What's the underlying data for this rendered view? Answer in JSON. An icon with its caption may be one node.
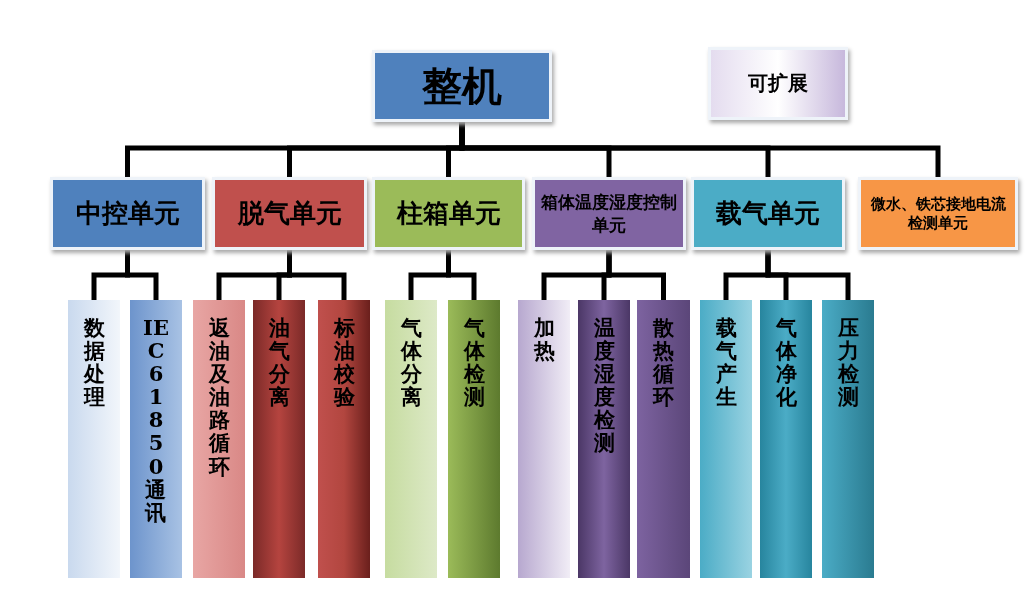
{
  "diagram": {
    "nodes": [
      {
        "text": [
          "整机"
        ]
      },
      {
        "text": [
          "可扩展"
        ]
      },
      {
        "text": [
          "中控单元"
        ]
      },
      {
        "text": [
          "脱气单元"
        ]
      },
      {
        "text": [
          "柱箱单元"
        ]
      },
      {
        "text": [
          "箱体温度湿度控制单元"
        ]
      },
      {
        "text": [
          "载气单元"
        ]
      },
      {
        "text": [
          "微水、铁芯接地电流检测单元"
        ]
      },
      {
        "text": [
          "数据处理"
        ]
      },
      {
        "text": [
          "IEC61850通讯"
        ]
      },
      {
        "text": [
          "返油及油路循环"
        ]
      },
      {
        "text": [
          "油气分离"
        ]
      },
      {
        "text": [
          "标油校验"
        ]
      },
      {
        "text": [
          "气体分离"
        ]
      },
      {
        "text": [
          "气体检测"
        ]
      },
      {
        "text": [
          "加热"
        ]
      },
      {
        "text": [
          "温度湿度检测"
        ]
      },
      {
        "text": [
          "散热循环"
        ]
      },
      {
        "text": [
          "载气产生"
        ]
      },
      {
        "text": [
          "气体净化"
        ]
      },
      {
        "text": [
          "压力检测"
        ]
      }
    ],
    "edges": [
      {
        "from": 0,
        "to": 2,
        "arrow": "none"
      },
      {
        "from": 0,
        "to": 3,
        "arrow": "none"
      },
      {
        "from": 0,
        "to": 4,
        "arrow": "none"
      },
      {
        "from": 0,
        "to": 5,
        "arrow": "none"
      },
      {
        "from": 0,
        "to": 6,
        "arrow": "none"
      },
      {
        "from": 0,
        "to": 7,
        "arrow": "none"
      },
      {
        "from": 2,
        "to": 8,
        "arrow": "none"
      },
      {
        "from": 2,
        "to": 9,
        "arrow": "none"
      },
      {
        "from": 3,
        "to": 10,
        "arrow": "none"
      },
      {
        "from": 3,
        "to": 11,
        "arrow": "none"
      },
      {
        "from": 3,
        "to": 12,
        "arrow": "none"
      },
      {
        "from": 4,
        "to": 13,
        "arrow": "none"
      },
      {
        "from": 4,
        "to": 14,
        "arrow": "none"
      },
      {
        "from": 5,
        "to": 15,
        "arrow": "none"
      },
      {
        "from": 5,
        "to": 16,
        "arrow": "none"
      },
      {
        "from": 5,
        "to": 17,
        "arrow": "none"
      },
      {
        "from": 6,
        "to": 18,
        "arrow": "none"
      },
      {
        "from": 6,
        "to": 19,
        "arrow": "none"
      },
      {
        "from": 6,
        "to": 20,
        "arrow": "none"
      }
    ]
  }
}
